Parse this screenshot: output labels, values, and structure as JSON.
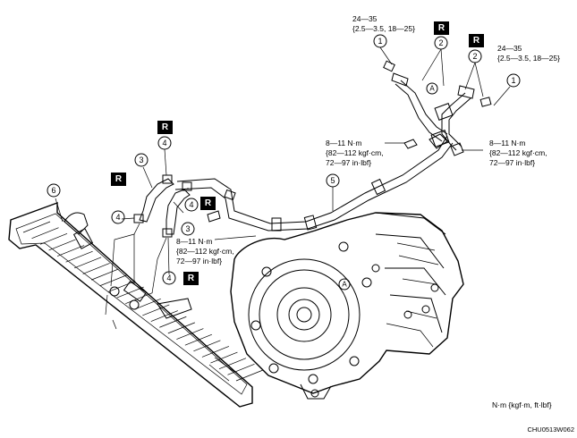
{
  "torque_specs": {
    "top_left": [
      "24—35",
      "{2.5—3.5, 18—25}"
    ],
    "top_right": [
      "24—35",
      "{2.5—3.5, 18—25}"
    ],
    "mid_right": [
      "8—11 N·m",
      "{82—112 kgf·cm,",
      "72—97 in·lbf}"
    ],
    "mid_center": [
      "8—11 N·m",
      "{82—112 kgf·cm,",
      "72—97 in·lbf}"
    ],
    "lower_center": [
      "8—11 N·m",
      "{82—112 kgf·cm,",
      "72—97 in·lbf}"
    ]
  },
  "callouts": [
    "1",
    "2",
    "3",
    "4",
    "5",
    "6"
  ],
  "replace_marker": "R",
  "reference_marker": "A",
  "unit_note": "N·m {kgf·m, ft·lbf}",
  "figure_code": "CHU0513W062"
}
